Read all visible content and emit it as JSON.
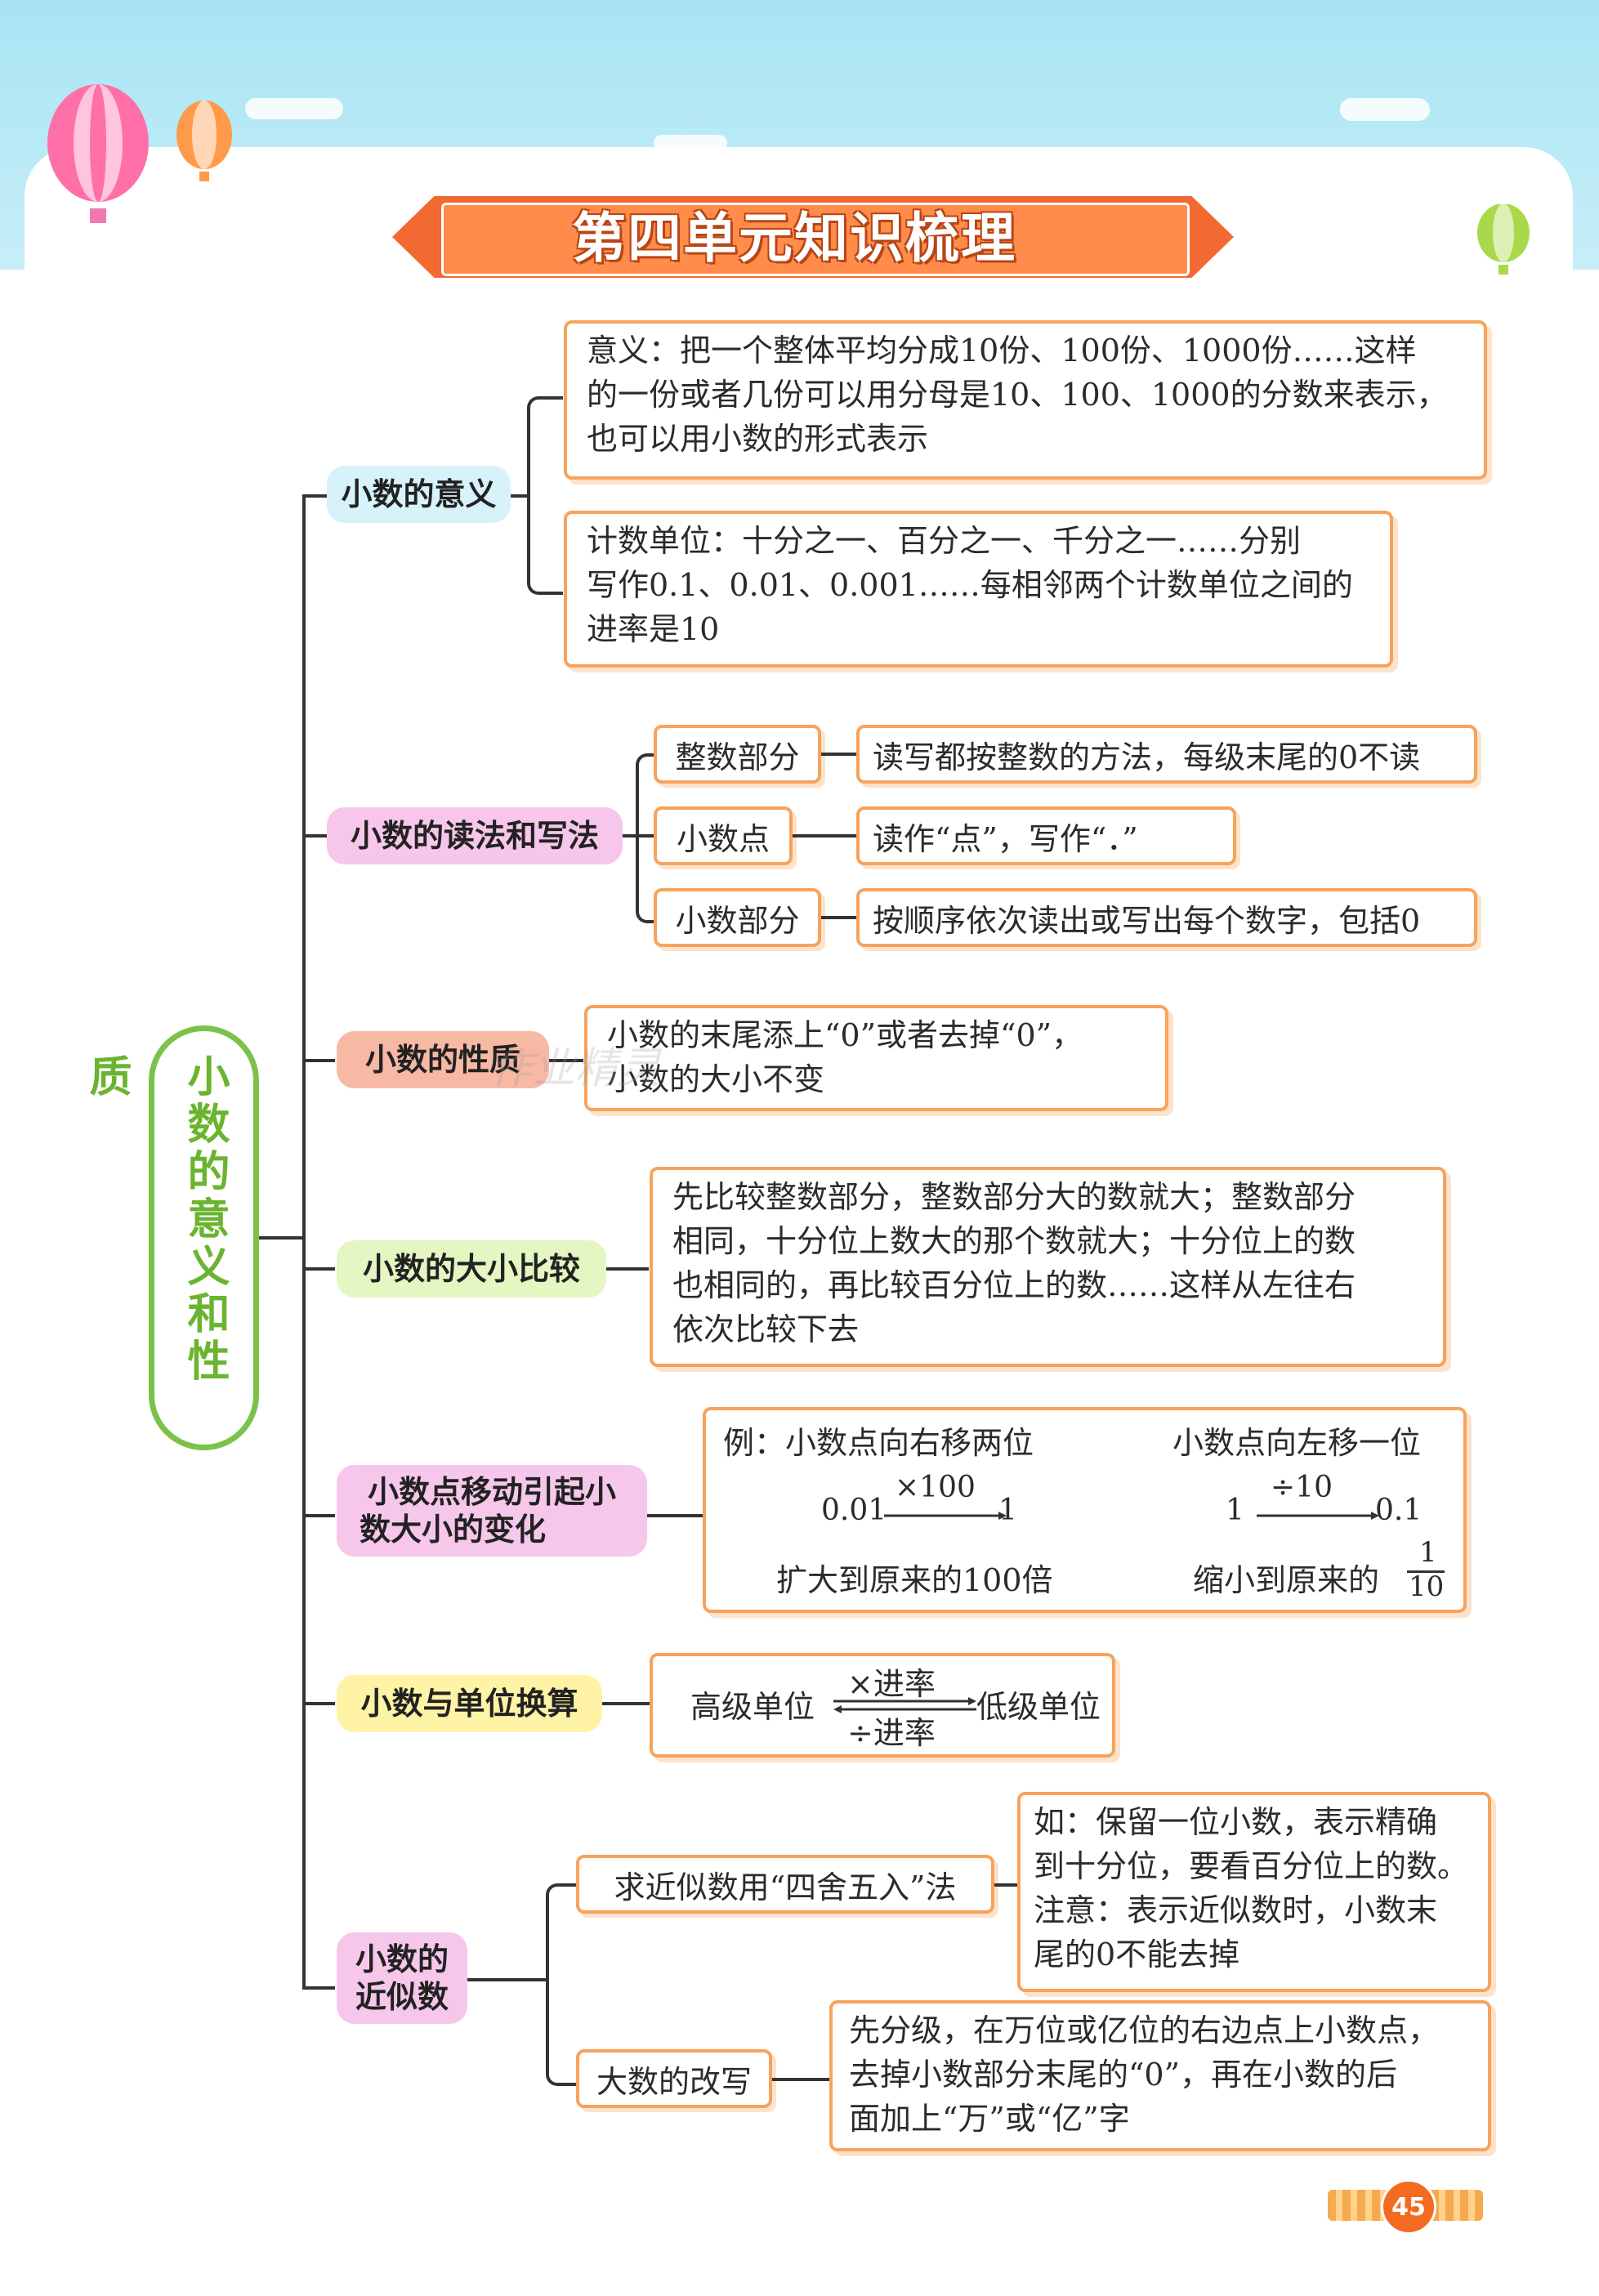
{
  "title": "第四单元知识梳理",
  "main_label": "小数的意义和性质",
  "page_number": "45",
  "watermark": "作业精灵",
  "sections": {
    "meaning": {
      "label": "小数的意义",
      "box1": [
        "意义：把一个整体平均分成10份、100份、1000份……这样",
        "的一份或者几份可以用分母是10、100、1000的分数来表示，",
        "也可以用小数的形式表示"
      ],
      "box2": [
        "计数单位：十分之一、百分之一、千分之一……分别",
        "写作0.1、0.01、0.001……每相邻两个计数单位之间的",
        "进率是10"
      ]
    },
    "read_write": {
      "label": "小数的读法和写法",
      "items": [
        {
          "part": "整数部分",
          "desc": "读写都按整数的方法，每级末尾的0不读"
        },
        {
          "part": "小数点",
          "desc": "读作“点”，写作“．”"
        },
        {
          "part": "小数部分",
          "desc": "按顺序依次读出或写出每个数字，包括0"
        }
      ]
    },
    "property": {
      "label": "小数的性质",
      "box": [
        "小数的末尾添上“0”或者去掉“0”，",
        "小数的大小不变"
      ]
    },
    "compare": {
      "label": "小数的大小比较",
      "box": [
        "先比较整数部分，整数部分大的数就大；整数部分",
        "相同，十分位上数大的那个数就大；十分位上的数",
        "也相同的，再比较百分位上的数……这样从左往右",
        "依次比较下去"
      ]
    },
    "move": {
      "label_line1": "小数点移动引起小",
      "label_line2": "数大小的变化",
      "left_title": "例：小数点向右移两位",
      "left_from": "0.01",
      "left_op": "×100",
      "left_to": "1",
      "left_result": "扩大到原来的100倍",
      "right_title": "小数点向左移一位",
      "right_from": "1",
      "right_op": "÷10",
      "right_to": "0.1",
      "right_result": "缩小到原来的",
      "frac_num": "1",
      "frac_den": "10"
    },
    "units": {
      "label": "小数与单位换算",
      "high": "高级单位",
      "op_top": "×进率",
      "op_bottom": "÷进率",
      "low": "低级单位"
    },
    "approx": {
      "label_line1": "小数的",
      "label_line2": "近似数",
      "method1": "求近似数用“四舍五入”法",
      "method1_box": [
        "如：保留一位小数，表示精确",
        "到十分位，要看百分位上的数。",
        "注意：表示近似数时，小数末",
        "尾的0不能去掉"
      ],
      "method2": "大数的改写",
      "method2_box": [
        "先分级，在万位或亿位的右边点上小数点，",
        "去掉小数部分末尾的“0”，再在小数的后",
        "面加上“万”或“亿”字"
      ]
    }
  },
  "colors": {
    "orange": "#f7a35c",
    "green": "#7cc24a",
    "blue_label": "#d7f2fb",
    "pink_label": "#f6c7ea",
    "salmon_label": "#f7b8a4",
    "lime_label": "#e4f6c2",
    "yellow_label": "#fff3a6"
  }
}
